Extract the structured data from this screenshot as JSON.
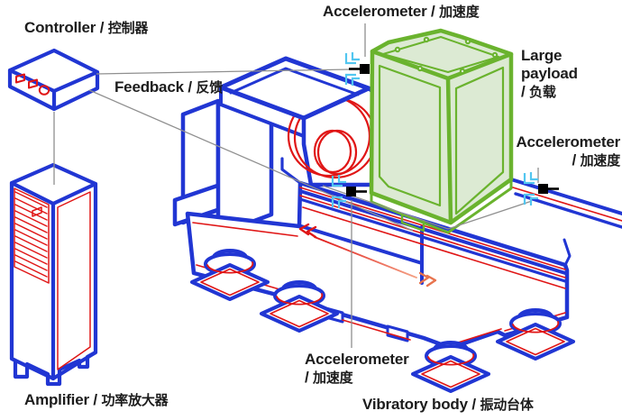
{
  "diagram": {
    "subject": "Vibration test system illustration",
    "labels": {
      "controller": {
        "en": "Controller",
        "sep": " / ",
        "zh": "控制器"
      },
      "feedback": {
        "en": "Feedback",
        "sep": " / ",
        "zh": "反馈"
      },
      "accelerometer_top": {
        "en": "Accelerometer",
        "sep": " / ",
        "zh": "加速度"
      },
      "large_payload": {
        "en": "Large payload",
        "sep": "/ ",
        "zh": "负载"
      },
      "accelerometer_right": {
        "en": "Accelerometer",
        "sep": "/ ",
        "zh": "加速度"
      },
      "accelerometer_bottom": {
        "en": "Accelerometer",
        "sep": "/ ",
        "zh": "加速度"
      },
      "amplifier": {
        "en": "Amplifier",
        "sep": " / ",
        "zh": "功率放大器"
      },
      "vibratory_body": {
        "en": "Vibratory body",
        "sep": " / ",
        "zh": "振动台体"
      }
    },
    "colors": {
      "outline_blue": "#2136d3",
      "accent_red": "#e01616",
      "arrow_orange": "#e8734d",
      "payload_green": "#6ab32e",
      "payload_fill": "#dcead3",
      "vibration_cyan": "#52c6f0",
      "connector_gray": "#8f8f8f",
      "sensor_black": "#000000",
      "text": "#1c1c1c",
      "background": "#ffffff"
    }
  }
}
